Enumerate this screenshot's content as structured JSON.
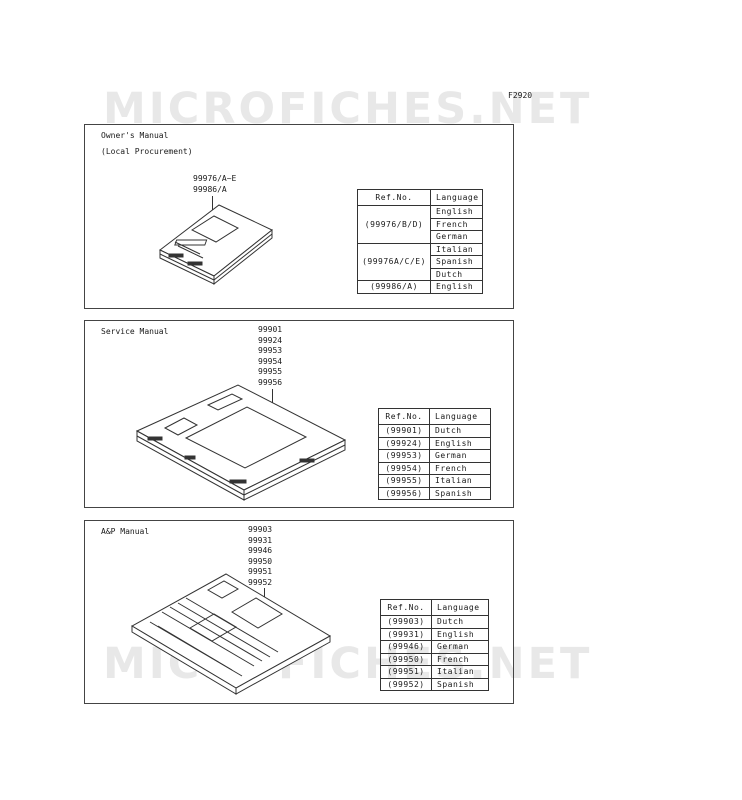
{
  "figure_code": "F2920",
  "watermark": "MICROFICHES.NET",
  "owners": {
    "title": "Owner's Manual",
    "subtitle": "(Local Procurement)",
    "part_numbers": [
      "99976/A~E",
      "99986/A"
    ],
    "table": {
      "headers": {
        "ref": "Ref.No.",
        "lang": "Language"
      },
      "groups": [
        {
          "ref": "(99976/B/D)",
          "languages": [
            "English",
            "French",
            "German"
          ]
        },
        {
          "ref": "(99976A/C/E)",
          "languages": [
            "Italian",
            "Spanish",
            "Dutch"
          ]
        },
        {
          "ref": "(99986/A)",
          "languages": [
            "English"
          ]
        }
      ]
    }
  },
  "service": {
    "title": "Service Manual",
    "part_numbers": [
      "99901",
      "99924",
      "99953",
      "99954",
      "99955",
      "99956"
    ],
    "table": {
      "headers": {
        "ref": "Ref.No.",
        "lang": "Language"
      },
      "rows": [
        {
          "ref": "(99901)",
          "lang": "Dutch"
        },
        {
          "ref": "(99924)",
          "lang": "English"
        },
        {
          "ref": "(99953)",
          "lang": "German"
        },
        {
          "ref": "(99954)",
          "lang": "French"
        },
        {
          "ref": "(99955)",
          "lang": "Italian"
        },
        {
          "ref": "(99956)",
          "lang": "Spanish"
        }
      ]
    }
  },
  "ap": {
    "title": "A&P Manual",
    "part_numbers": [
      "99903",
      "99931",
      "99946",
      "99950",
      "99951",
      "99952"
    ],
    "table": {
      "headers": {
        "ref": "Ref.No.",
        "lang": "Language"
      },
      "rows": [
        {
          "ref": "(99903)",
          "lang": "Dutch"
        },
        {
          "ref": "(99931)",
          "lang": "English"
        },
        {
          "ref": "(99946)",
          "lang": "German"
        },
        {
          "ref": "(99950)",
          "lang": "French"
        },
        {
          "ref": "(99951)",
          "lang": "Italian"
        },
        {
          "ref": "(99952)",
          "lang": "Spanish"
        }
      ]
    }
  }
}
